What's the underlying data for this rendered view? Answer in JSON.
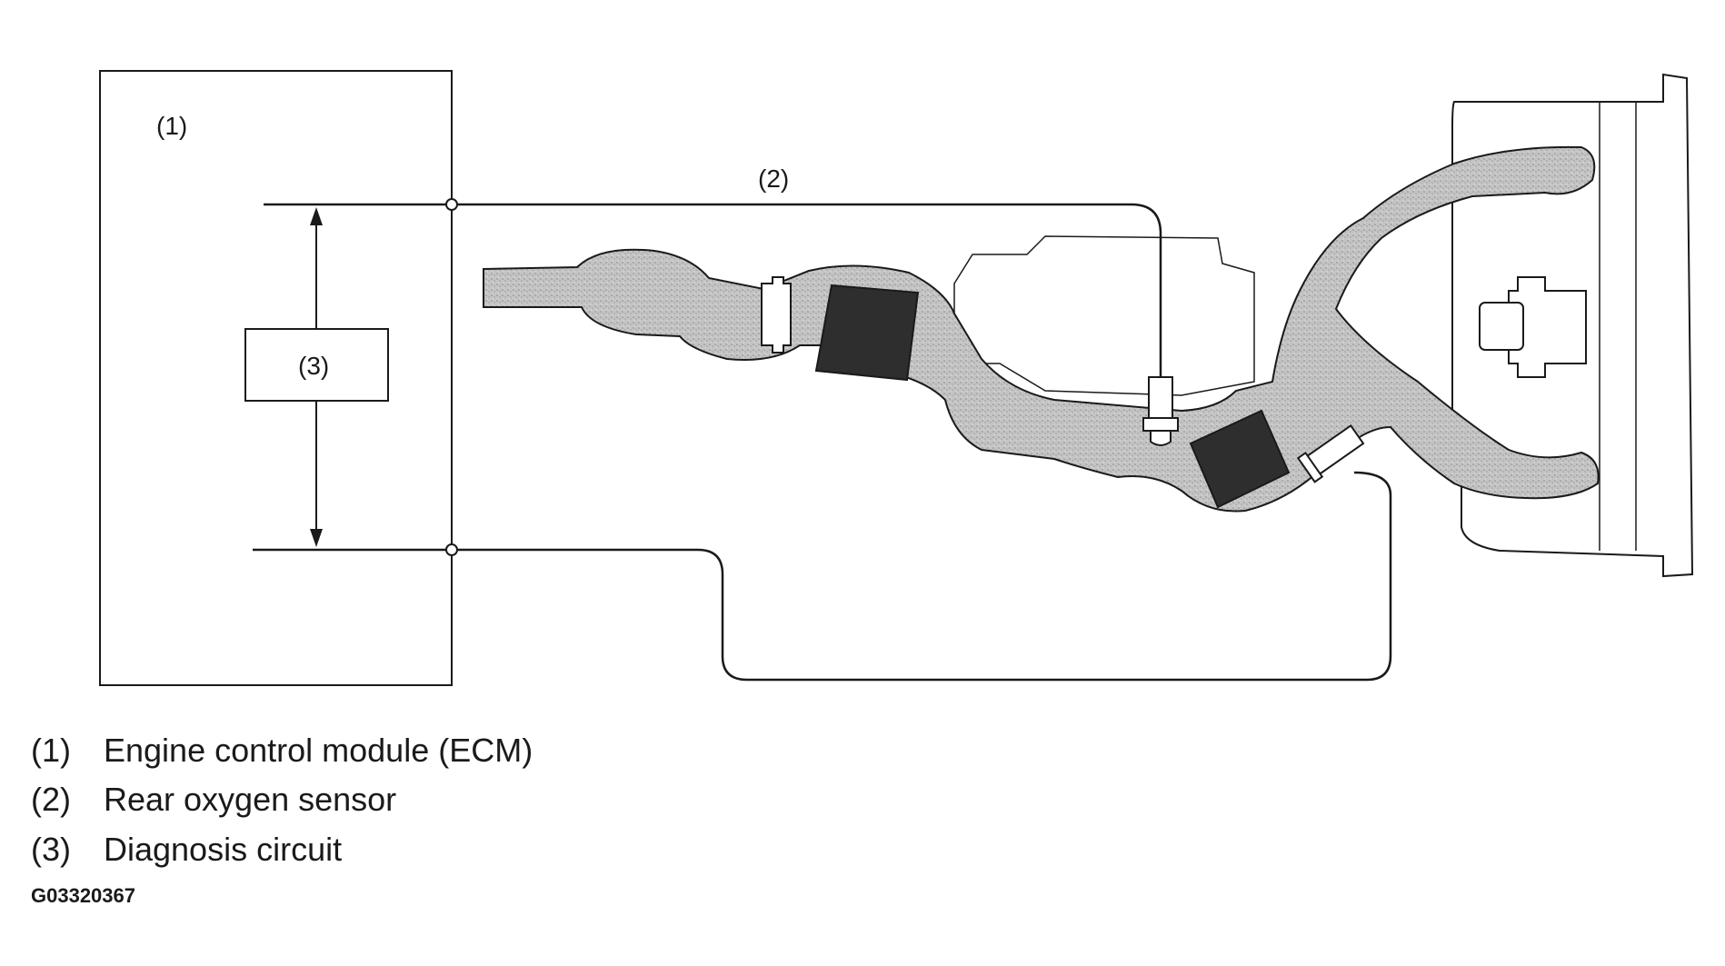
{
  "diagram": {
    "callouts": {
      "ecm": "(1)",
      "sensor": "(2)",
      "circuit": "(3)"
    }
  },
  "legend": [
    {
      "num": "(1)",
      "text": "Engine control module (ECM)"
    },
    {
      "num": "(2)",
      "text": "Rear oxygen sensor"
    },
    {
      "num": "(3)",
      "text": "Diagnosis circuit"
    }
  ],
  "figure_code": "G03320367",
  "colors": {
    "line": "#1a1a1a",
    "exhaust_fill": "#bdbdbd",
    "catalyst_fill": "#2e2e2e"
  }
}
